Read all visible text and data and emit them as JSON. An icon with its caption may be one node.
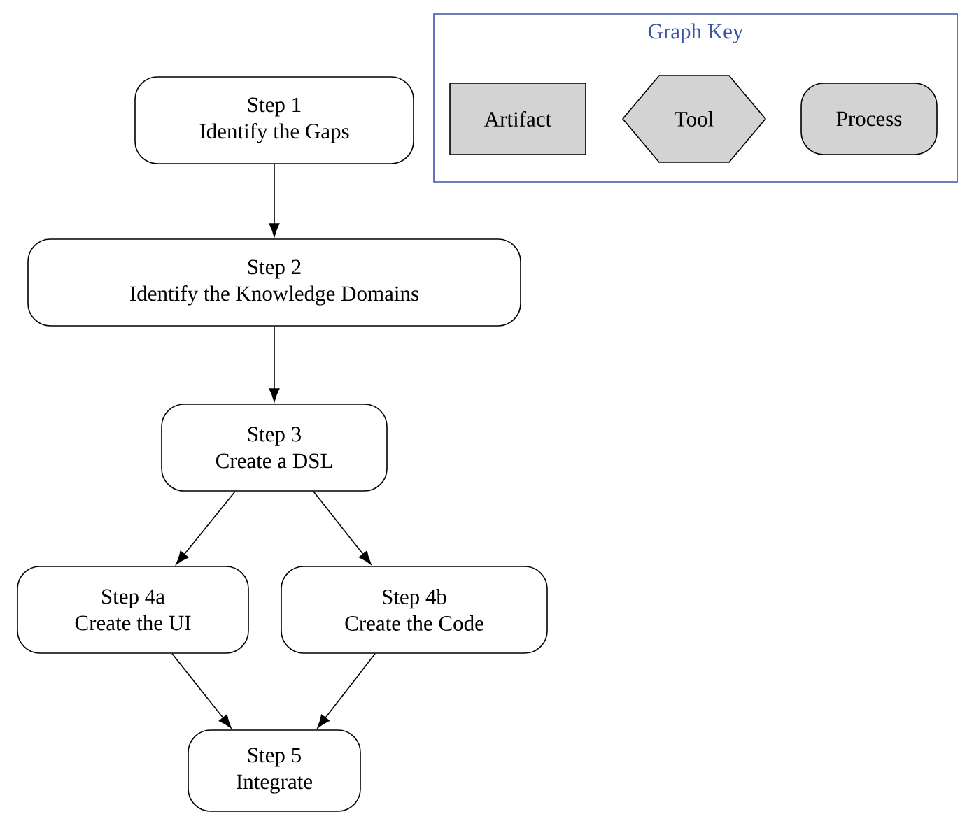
{
  "diagram": {
    "nodes": [
      {
        "text": [
          "Graph Key"
        ]
      },
      {
        "text": [
          "Artifact"
        ],
        "in": 0
      },
      {
        "text": [
          "Tool"
        ],
        "in": 0
      },
      {
        "text": [
          "Process"
        ],
        "in": 0
      },
      {
        "text": [
          "Step 1",
          "Identify the Gaps"
        ]
      },
      {
        "text": [
          "Step 2",
          "Identify the Knowledge Domains"
        ]
      },
      {
        "text": [
          "Step 3",
          "Create a DSL"
        ]
      },
      {
        "text": [
          "Step 4a",
          "Create the UI"
        ]
      },
      {
        "text": [
          "Step 4b",
          "Create the Code"
        ]
      },
      {
        "text": [
          "Step 5",
          "Integrate"
        ]
      }
    ],
    "edges": [
      {
        "from": 4,
        "to": 5,
        "arrow": "to"
      },
      {
        "from": 5,
        "to": 6,
        "arrow": "to"
      },
      {
        "from": 6,
        "to": 7,
        "arrow": "to"
      },
      {
        "from": 6,
        "to": 8,
        "arrow": "to"
      },
      {
        "from": 7,
        "to": 9,
        "arrow": "to"
      },
      {
        "from": 8,
        "to": 9,
        "arrow": "to"
      }
    ]
  }
}
